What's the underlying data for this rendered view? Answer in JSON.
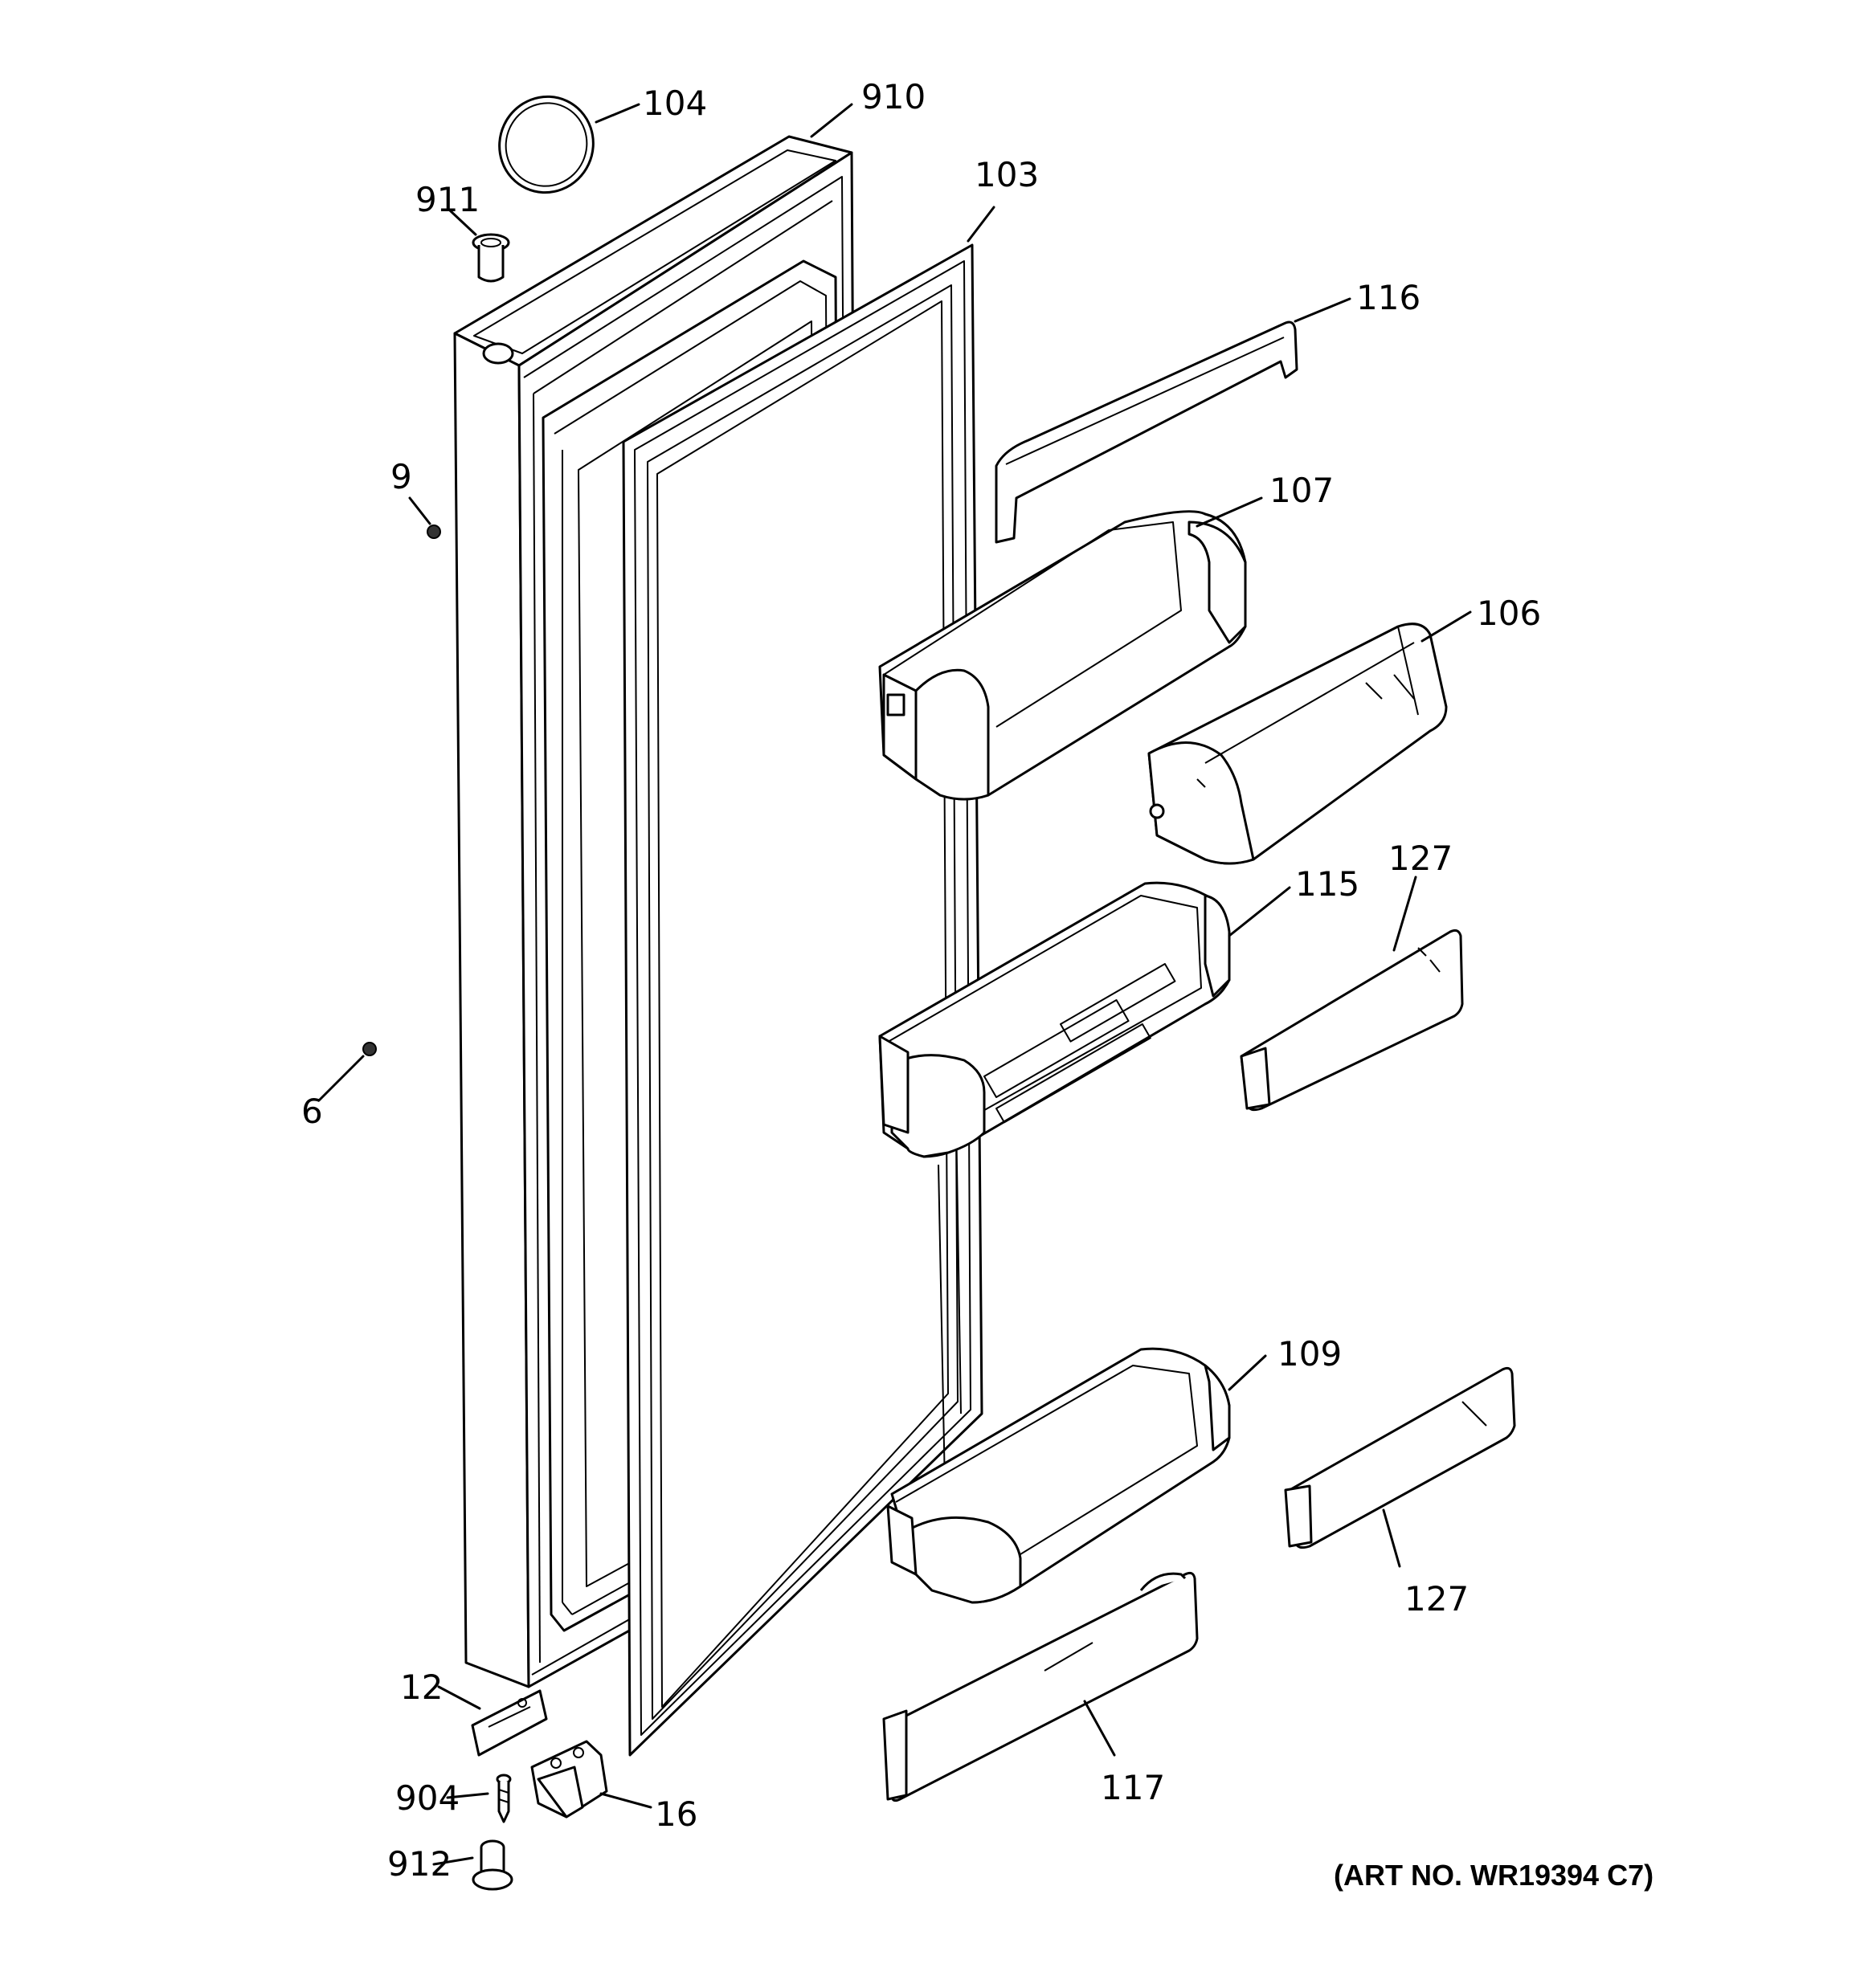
{
  "art_number": "(ART NO. WR19394 C7)",
  "callouts": {
    "c104": "104",
    "c910": "910",
    "c911": "911",
    "c103": "103",
    "c116": "116",
    "c9": "9",
    "c107": "107",
    "c106": "106",
    "c115": "115",
    "c127a": "127",
    "c6": "6",
    "c109": "109",
    "c127b": "127",
    "c12": "12",
    "c117": "117",
    "c904": "904",
    "c16": "16",
    "c912": "912"
  }
}
